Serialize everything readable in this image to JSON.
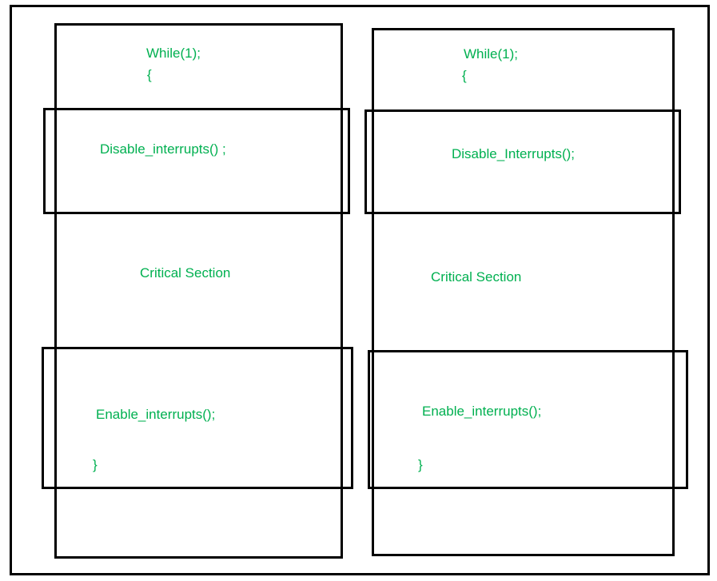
{
  "diagram": {
    "description": "Two-column diagram of a critical section protected by disabling and enabling interrupts",
    "colors": {
      "text": "#00B050",
      "line": "#000000",
      "background": "#FFFFFF"
    },
    "columns": [
      {
        "side": "left",
        "while_line": "While(1);",
        "open_brace": "{",
        "disable_call": "Disable_interrupts() ;",
        "critical_label": "Critical Section",
        "enable_call": "Enable_interrupts();",
        "close_brace": "}"
      },
      {
        "side": "right",
        "while_line": "While(1);",
        "open_brace": "{",
        "disable_call": "Disable_Interrupts();",
        "critical_label": "Critical Section",
        "enable_call": "Enable_interrupts();",
        "close_brace": "}"
      }
    ]
  }
}
